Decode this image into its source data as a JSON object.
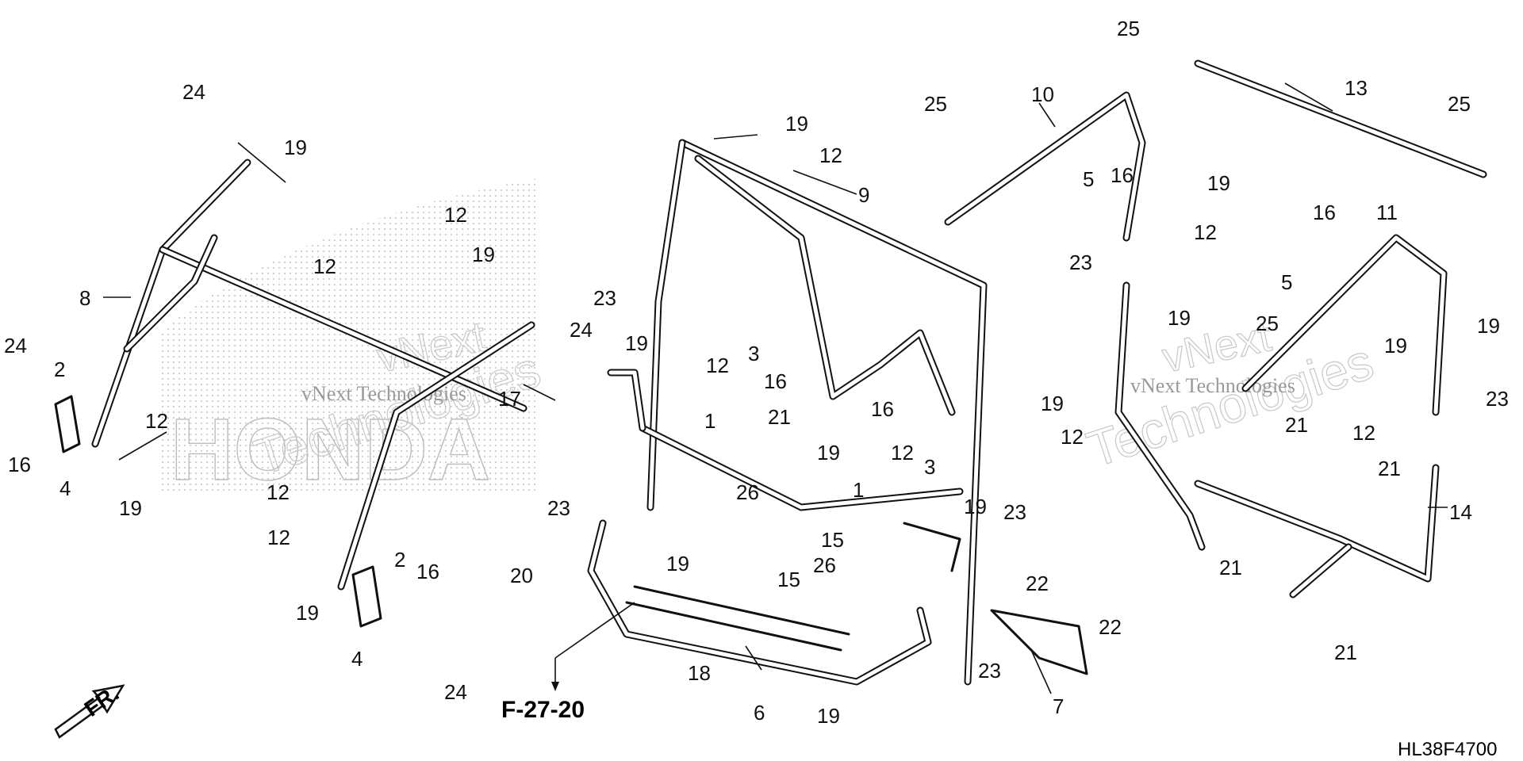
{
  "reference_label": "F-27-20",
  "diagram_code": "HL38F4700",
  "front_label": "FR.",
  "watermark": {
    "brand": "HONDA",
    "line1": "vNext",
    "line2": "Technologies",
    "small": "vNext Technologies"
  },
  "callouts": {
    "c24a": "24",
    "c19a": "19",
    "c12a": "12",
    "c8": "8",
    "c24b": "24",
    "c2a": "2",
    "c16a": "16",
    "c4a": "4",
    "c19b": "19",
    "c12b": "12",
    "c12c": "12",
    "c19c": "19",
    "c12d": "12",
    "c24c": "24",
    "c17": "17",
    "c12e": "12",
    "c19d": "19",
    "c2b": "2",
    "c16b": "16",
    "c4b": "4",
    "c24d": "24",
    "c19e": "19",
    "c12f": "12",
    "c9": "9",
    "c23a": "23",
    "c19f": "19",
    "c3a": "3",
    "c12g": "12",
    "c16c": "16",
    "c1a": "1",
    "c21a": "21",
    "c19g": "19",
    "c23b": "23",
    "c26a": "26",
    "c15a": "15",
    "c15b": "15",
    "c19h": "19",
    "c20": "20",
    "c18": "18",
    "c6": "6",
    "c19i": "19",
    "c16d": "16",
    "c3b": "3",
    "c12h": "12",
    "c1b": "1",
    "c19j": "19",
    "c19k": "19",
    "c12i": "12",
    "c26b": "26",
    "c23c": "23",
    "c22a": "22",
    "c22b": "22",
    "c7": "7",
    "c23d": "23",
    "c25a": "25",
    "c10": "10",
    "c5a": "5",
    "c16e": "16",
    "c23e": "23",
    "c12j": "12",
    "c19l": "19",
    "c25b": "25",
    "c13": "13",
    "c19m": "19",
    "c25c": "25",
    "c16f": "16",
    "c11": "11",
    "c5b": "5",
    "c25d": "25",
    "c19n": "19",
    "c19o": "19",
    "c12k": "12",
    "c21b": "21",
    "c23f": "23",
    "c21c": "21",
    "c21d": "21",
    "c14": "14",
    "c21e": "21"
  }
}
